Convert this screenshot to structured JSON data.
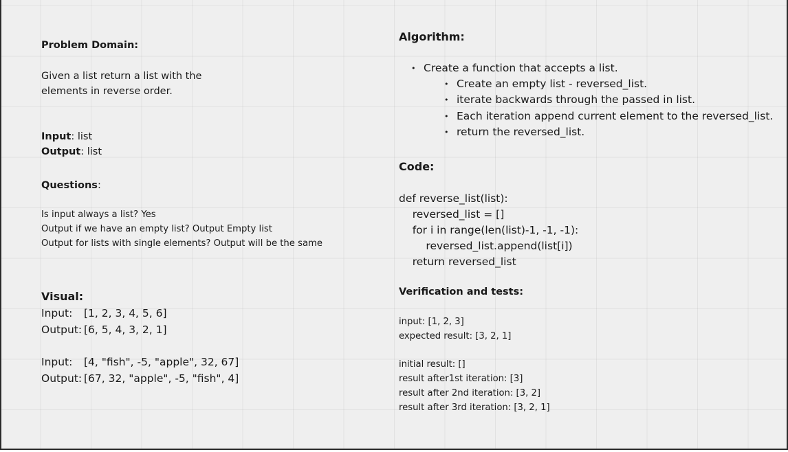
{
  "left": {
    "problem_heading": "Problem Domain:",
    "problem_text_1": "Given a list return a list with the",
    "problem_text_2": "elements in reverse order.",
    "input_label": "Input",
    "input_value": ": list",
    "output_label": "Output",
    "output_value": ": list",
    "questions_label": "Questions",
    "questions_colon": ":",
    "questions": [
      "Is input always a list? Yes",
      "Output if we have an empty list? Output Empty list",
      "Output for lists with single elements? Output will be the same"
    ],
    "visual_heading": "Visual:",
    "visual_rows": [
      {
        "label": "Input:",
        "value": "[1, 2, 3, 4, 5, 6]"
      },
      {
        "label": "Output:",
        "value": "[6, 5, 4, 3, 2, 1]"
      },
      {
        "label": "Input:",
        "value": "[4, \"fish\", -5, \"apple\", 32, 67]"
      },
      {
        "label": "Output:",
        "value": "[67, 32, \"apple\", -5, \"fish\", 4]"
      }
    ]
  },
  "right": {
    "algorithm_heading": "Algorithm:",
    "algorithm_main": "Create a function that accepts a list.",
    "algorithm_steps": [
      "Create an empty list - reversed_list.",
      "iterate backwards through the passed in list.",
      "Each iteration append current element to the reversed_list.",
      "return the reversed_list."
    ],
    "code_heading": "Code:",
    "code_lines": [
      "def reverse_list(list):",
      "    reversed_list = []",
      "    for i in range(len(list)-1, -1, -1):",
      "        reversed_list.append(list[i])",
      "    return reversed_list"
    ],
    "verification_heading": "Verification and tests:",
    "verification_lines_1": [
      "input: [1, 2, 3]",
      "expected result: [3, 2, 1]"
    ],
    "verification_lines_2": [
      "initial result: []",
      "result after1st iteration: [3]",
      "result after 2nd iteration: [3, 2]",
      "result after 3rd iteration: [3, 2, 1]"
    ]
  }
}
